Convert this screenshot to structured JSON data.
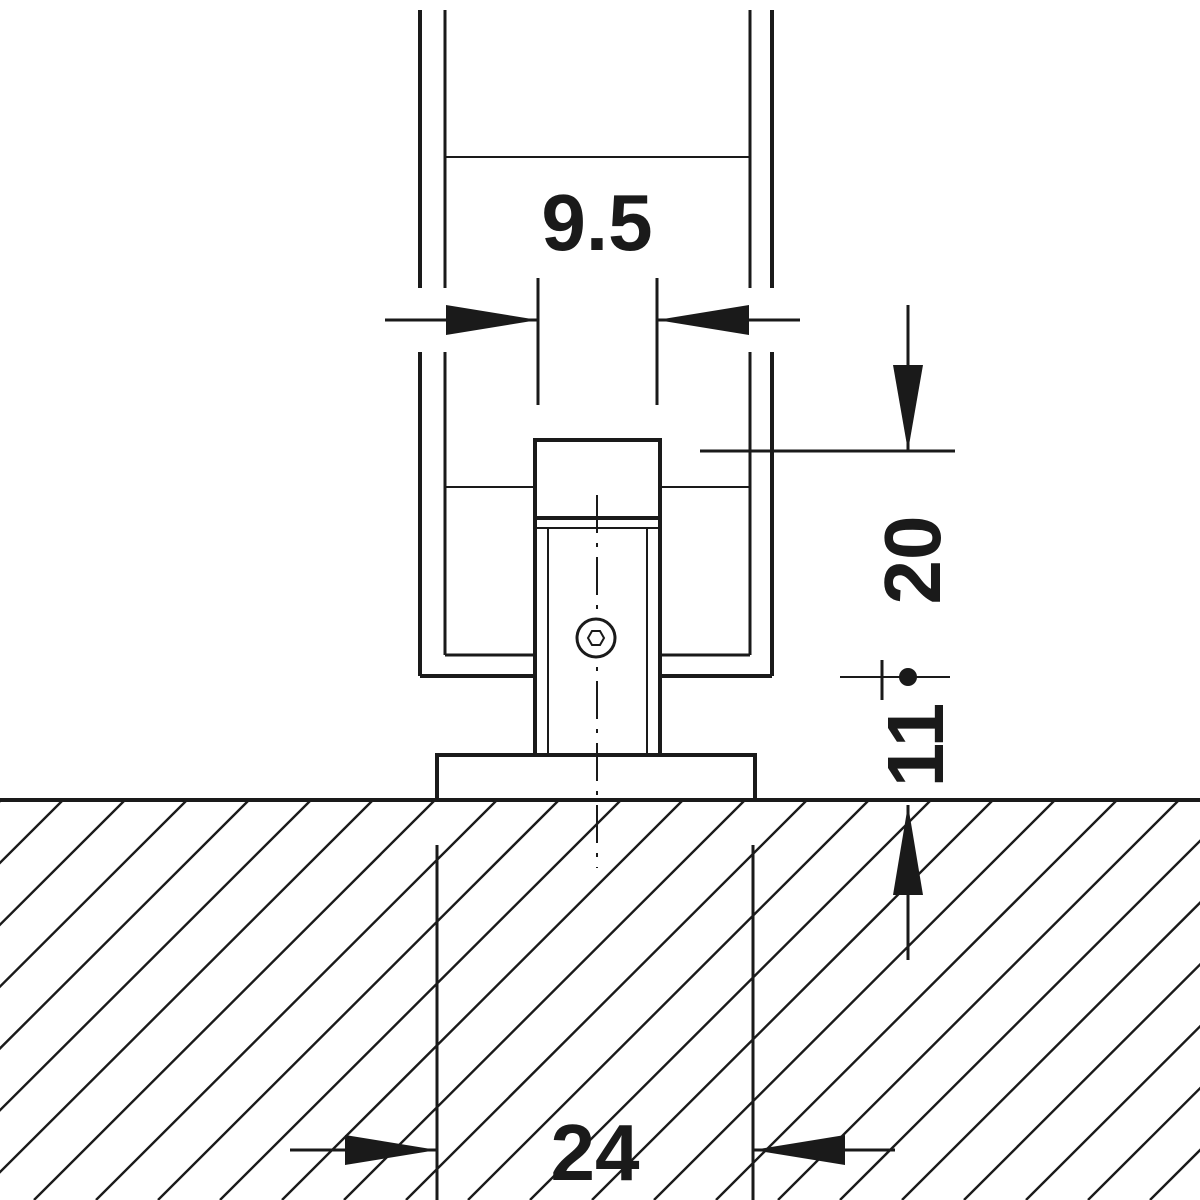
{
  "drawing": {
    "dimensions": {
      "gap_width": "9.5",
      "height_main": "20",
      "height_alt": "11",
      "base_width": "24"
    },
    "colors": {
      "line": "#1a1a1a",
      "background": "#ffffff"
    }
  }
}
